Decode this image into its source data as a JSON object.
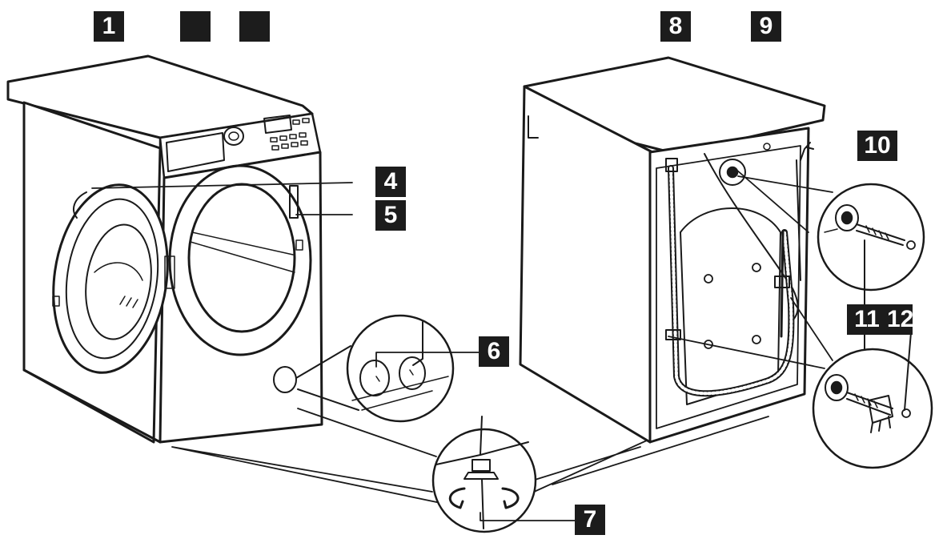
{
  "callouts": [
    {
      "id": "c1",
      "label": "1"
    },
    {
      "id": "c2",
      "label": ""
    },
    {
      "id": "c3",
      "label": ""
    },
    {
      "id": "c4",
      "label": "4"
    },
    {
      "id": "c5",
      "label": "5"
    },
    {
      "id": "c6",
      "label": "6"
    },
    {
      "id": "c7",
      "label": "7"
    },
    {
      "id": "c8",
      "label": "8"
    },
    {
      "id": "c9",
      "label": "9"
    },
    {
      "id": "c10",
      "label": "10"
    },
    {
      "id": "c11",
      "label": "11"
    },
    {
      "id": "c12",
      "label": "12"
    }
  ],
  "colors": {
    "line": "#1a1a1a",
    "fill": "#ffffff",
    "callout_bg": "#1c1c1c",
    "callout_text": "#ffffff"
  }
}
